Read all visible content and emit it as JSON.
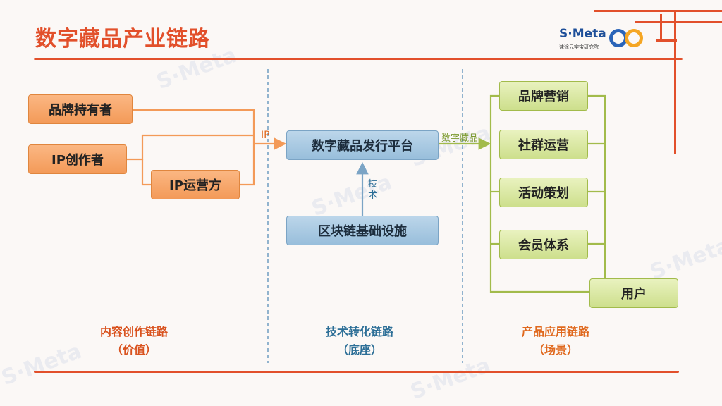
{
  "title": "数字藏品产业链路",
  "logo": {
    "name": "S·Meta",
    "subtitle": "速途元宇宙研究院"
  },
  "watermark": "S·Meta",
  "columns": {
    "content": {
      "title": "内容创作链路",
      "subtitle": "（价值）"
    },
    "tech": {
      "title": "技术转化链路",
      "subtitle": "（底座）"
    },
    "product": {
      "title": "产品应用链路",
      "subtitle": "（场景）"
    }
  },
  "nodes": {
    "brand_holder": "品牌持有者",
    "ip_creator": "IP创作者",
    "ip_operator": "IP运营方",
    "platform": "数字藏品发行平台",
    "blockchain": "区块链基础设施",
    "brand_marketing": "品牌营销",
    "community_ops": "社群运营",
    "event_planning": "活动策划",
    "membership": "会员体系",
    "user": "用户"
  },
  "edge_labels": {
    "ip": "IP",
    "tech_line1": "技",
    "tech_line2": "术",
    "nft": "数字藏品"
  },
  "colors": {
    "accent": "#e2502b",
    "content": "#d9531f",
    "tech": "#2d6f97",
    "product": "#e0691e"
  }
}
